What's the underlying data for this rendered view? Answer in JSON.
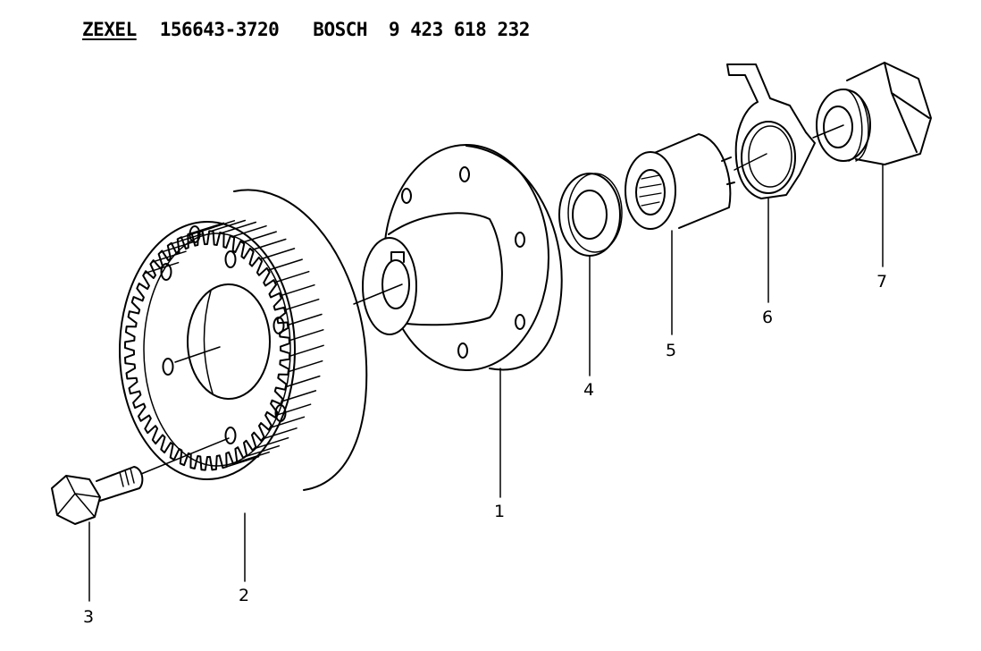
{
  "header": {
    "brand": "ZEXEL",
    "part_number": "156643-3720",
    "maker": "BOSCH",
    "maker_number": "9 423 618 232"
  },
  "callouts": {
    "c1": "1",
    "c2": "2",
    "c3": "3",
    "c4": "4",
    "c5": "5",
    "c6": "6",
    "c7": "7"
  },
  "gear": {
    "teeth": 48
  },
  "colors": {
    "line": "#000000",
    "background": "#ffffff"
  }
}
